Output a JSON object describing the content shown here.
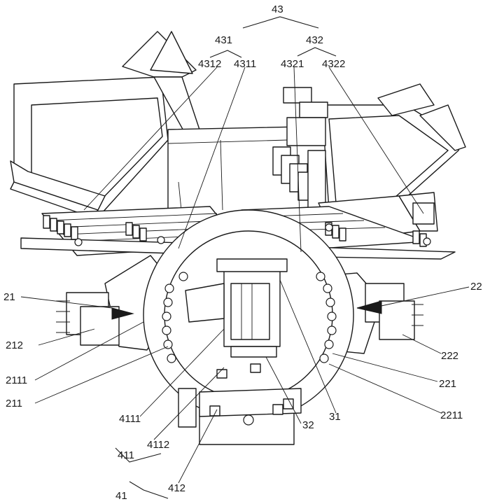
{
  "labels": {
    "l43": "43",
    "l431": "431",
    "l432": "432",
    "l4312": "4312",
    "l4311": "4311",
    "l4321": "4321",
    "l4322": "4322",
    "l21": "21",
    "l212": "212",
    "l2111": "2111",
    "l211": "211",
    "l22": "22",
    "l222": "222",
    "l221": "221",
    "l2211": "2211",
    "l31": "31",
    "l32": "32",
    "l4111": "4111",
    "l4112": "4112",
    "l411": "411",
    "l412": "412",
    "l41": "41"
  }
}
